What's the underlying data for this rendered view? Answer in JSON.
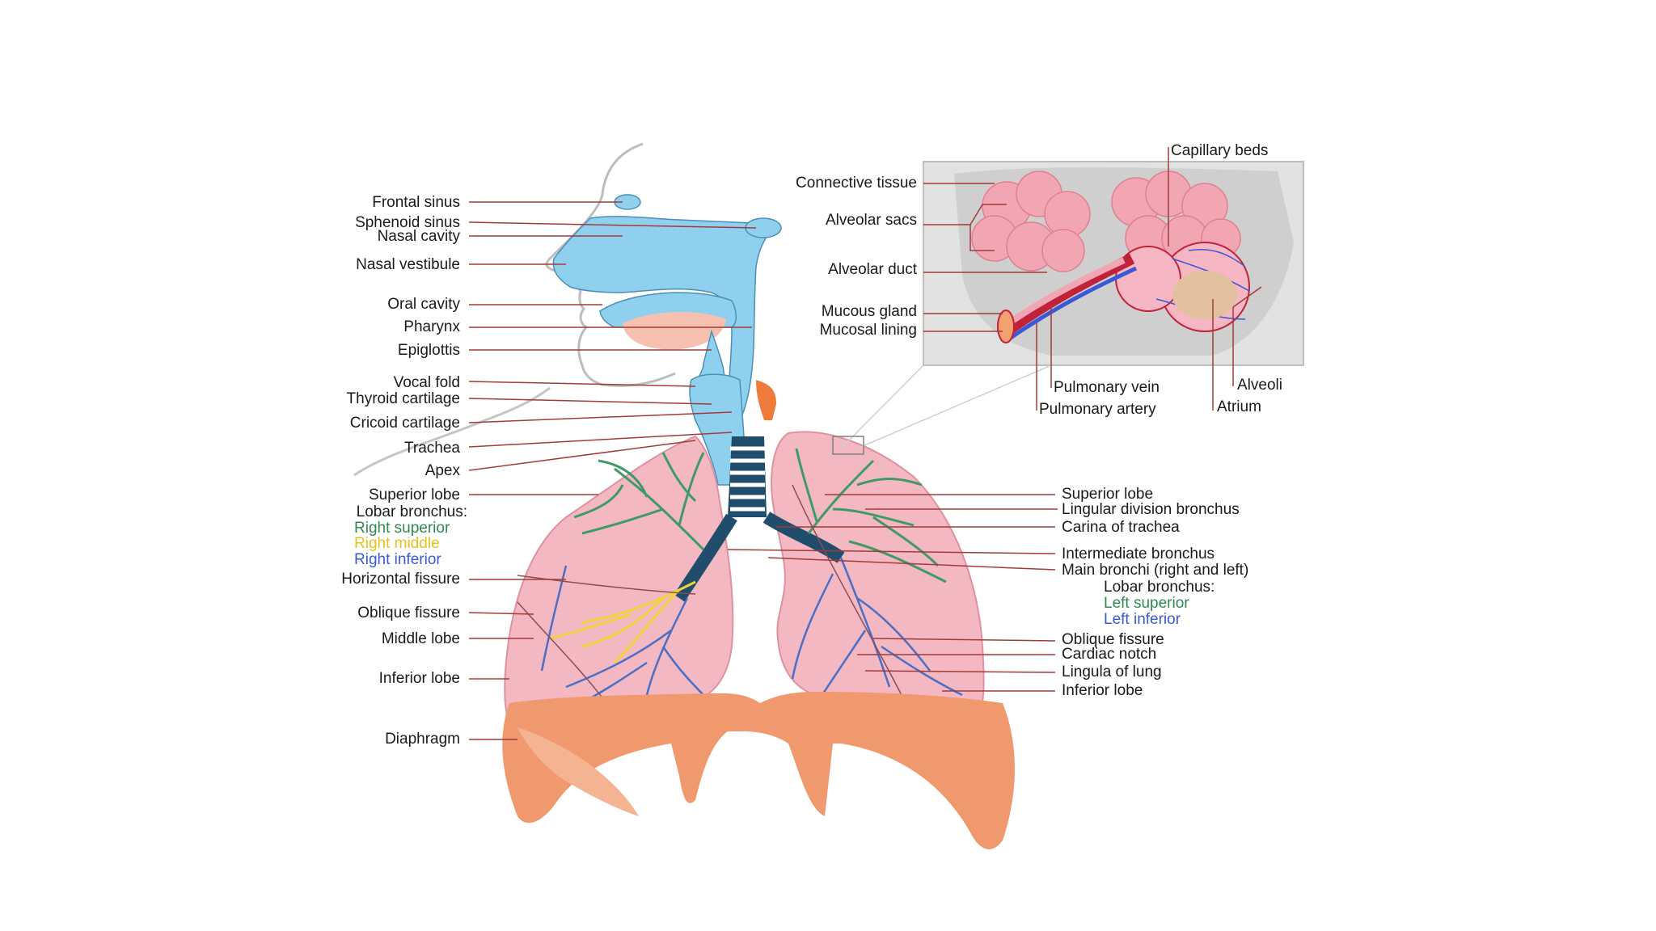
{
  "colors": {
    "airway": "#8fd0ef",
    "lung": "#f3b8c2",
    "diaphragm": "#f0996f",
    "bronchus_superior": "#3f9a68",
    "bronchus_middle": "#f2d43a",
    "bronchus_inferior": "#4a6fc4",
    "leader_line": "#a33a3a"
  },
  "left_labels": {
    "frontal_sinus": "Frontal sinus",
    "sphenoid_sinus": "Sphenoid sinus",
    "nasal_cavity": "Nasal cavity",
    "nasal_vestibule": "Nasal vestibule",
    "oral_cavity": "Oral cavity",
    "pharynx": "Pharynx",
    "epiglottis": "Epiglottis",
    "vocal_fold": "Vocal fold",
    "thyroid_cartilage": "Thyroid cartilage",
    "cricoid_cartilage": "Cricoid cartilage",
    "trachea": "Trachea",
    "apex": "Apex",
    "superior_lobe": "Superior lobe",
    "lobar_bronchus": "Lobar bronchus:",
    "right_superior": "Right superior",
    "right_middle": "Right middle",
    "right_inferior": "Right inferior",
    "horizontal_fissure": "Horizontal fissure",
    "oblique_fissure": "Oblique fissure",
    "middle_lobe": "Middle lobe",
    "inferior_lobe": "Inferior lobe",
    "diaphragm": "Diaphragm"
  },
  "inset_labels": {
    "capillary_beds": "Capillary beds",
    "connective_tissue": "Connective tissue",
    "alveolar_sacs": "Alveolar sacs",
    "alveolar_duct": "Alveolar duct",
    "mucous_gland": "Mucous gland",
    "mucosal_lining": "Mucosal lining",
    "pulmonary_vein": "Pulmonary vein",
    "pulmonary_artery": "Pulmonary artery",
    "alveoli": "Alveoli",
    "atrium": "Atrium"
  },
  "right_labels": {
    "superior_lobe": "Superior lobe",
    "lingular_division_bronchus": "Lingular division bronchus",
    "carina_of_trachea": "Carina of trachea",
    "intermediate_bronchus": "Intermediate bronchus",
    "main_bronchi": "Main bronchi (right and left)",
    "lobar_bronchus": "Lobar bronchus:",
    "left_superior": "Left superior",
    "left_inferior": "Left inferior",
    "oblique_fissure": "Oblique fissure",
    "cardiac_notch": "Cardiac notch",
    "lingula_of_lung": "Lingula of lung",
    "inferior_lobe": "Inferior lobe"
  }
}
